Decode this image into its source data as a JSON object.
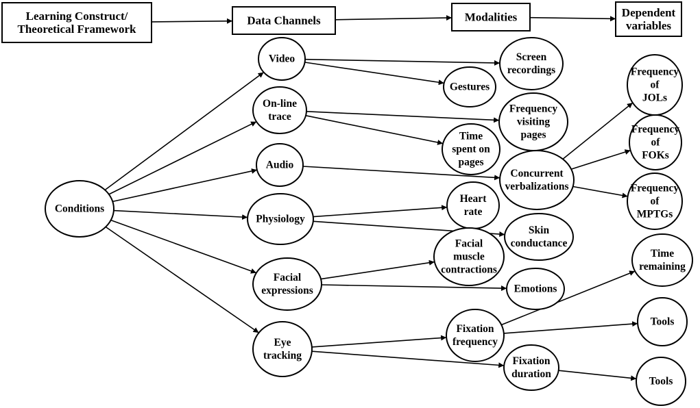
{
  "headers": {
    "framework": [
      "Learning Construct/",
      "Theoretical Framework"
    ],
    "channels": [
      "Data Channels"
    ],
    "modalities": [
      "Modalities"
    ],
    "dependent": [
      "Dependent",
      "variables"
    ]
  },
  "nodes": {
    "conditions": [
      "Conditions"
    ],
    "video": [
      "Video"
    ],
    "online_trace": [
      "On-line",
      "trace"
    ],
    "audio": [
      "Audio"
    ],
    "physiology": [
      "Physiology"
    ],
    "facial_expressions": [
      "Facial",
      "expressions"
    ],
    "eye_tracking": [
      "Eye",
      "tracking"
    ],
    "screen_recordings": [
      "Screen",
      "recordings"
    ],
    "gestures": [
      "Gestures"
    ],
    "frequency_visiting_pages": [
      "Frequency",
      "visiting",
      "pages"
    ],
    "time_spent_on_pages": [
      "Time",
      "spent on",
      "pages"
    ],
    "concurrent_verbalizations": [
      "Concurrent",
      "verbalizations"
    ],
    "heart_rate": [
      "Heart",
      "rate"
    ],
    "skin_conductance": [
      "Skin",
      "conductance"
    ],
    "facial_muscle_contractions": [
      "Facial",
      "muscle",
      "contractions"
    ],
    "emotions": [
      "Emotions"
    ],
    "fixation_frequency": [
      "Fixation",
      "frequency"
    ],
    "fixation_duration": [
      "Fixation",
      "duration"
    ],
    "frequency_jols": [
      "Frequency",
      "of",
      "JOLs"
    ],
    "frequency_foks": [
      "Frequency",
      "of",
      "FOKs"
    ],
    "frequency_mptgs": [
      "Frequency",
      "of",
      "MPTGs"
    ],
    "time_remaining": [
      "Time",
      "remaining"
    ],
    "tools_1": [
      "Tools"
    ],
    "tools_2": [
      "Tools"
    ]
  },
  "edges": [
    [
      "framework",
      "channels"
    ],
    [
      "channels",
      "modalities"
    ],
    [
      "modalities",
      "dependent"
    ],
    [
      "conditions",
      "video"
    ],
    [
      "conditions",
      "online_trace"
    ],
    [
      "conditions",
      "audio"
    ],
    [
      "conditions",
      "physiology"
    ],
    [
      "conditions",
      "facial_expressions"
    ],
    [
      "conditions",
      "eye_tracking"
    ],
    [
      "video",
      "screen_recordings"
    ],
    [
      "video",
      "gestures"
    ],
    [
      "online_trace",
      "frequency_visiting_pages"
    ],
    [
      "online_trace",
      "time_spent_on_pages"
    ],
    [
      "audio",
      "concurrent_verbalizations"
    ],
    [
      "physiology",
      "heart_rate"
    ],
    [
      "physiology",
      "skin_conductance"
    ],
    [
      "facial_expressions",
      "facial_muscle_contractions"
    ],
    [
      "facial_expressions",
      "emotions"
    ],
    [
      "eye_tracking",
      "fixation_frequency"
    ],
    [
      "eye_tracking",
      "fixation_duration"
    ],
    [
      "concurrent_verbalizations",
      "frequency_jols"
    ],
    [
      "concurrent_verbalizations",
      "frequency_foks"
    ],
    [
      "concurrent_verbalizations",
      "frequency_mptgs"
    ],
    [
      "fixation_frequency",
      "time_remaining"
    ],
    [
      "fixation_frequency",
      "tools_1"
    ],
    [
      "fixation_duration",
      "tools_2"
    ]
  ]
}
